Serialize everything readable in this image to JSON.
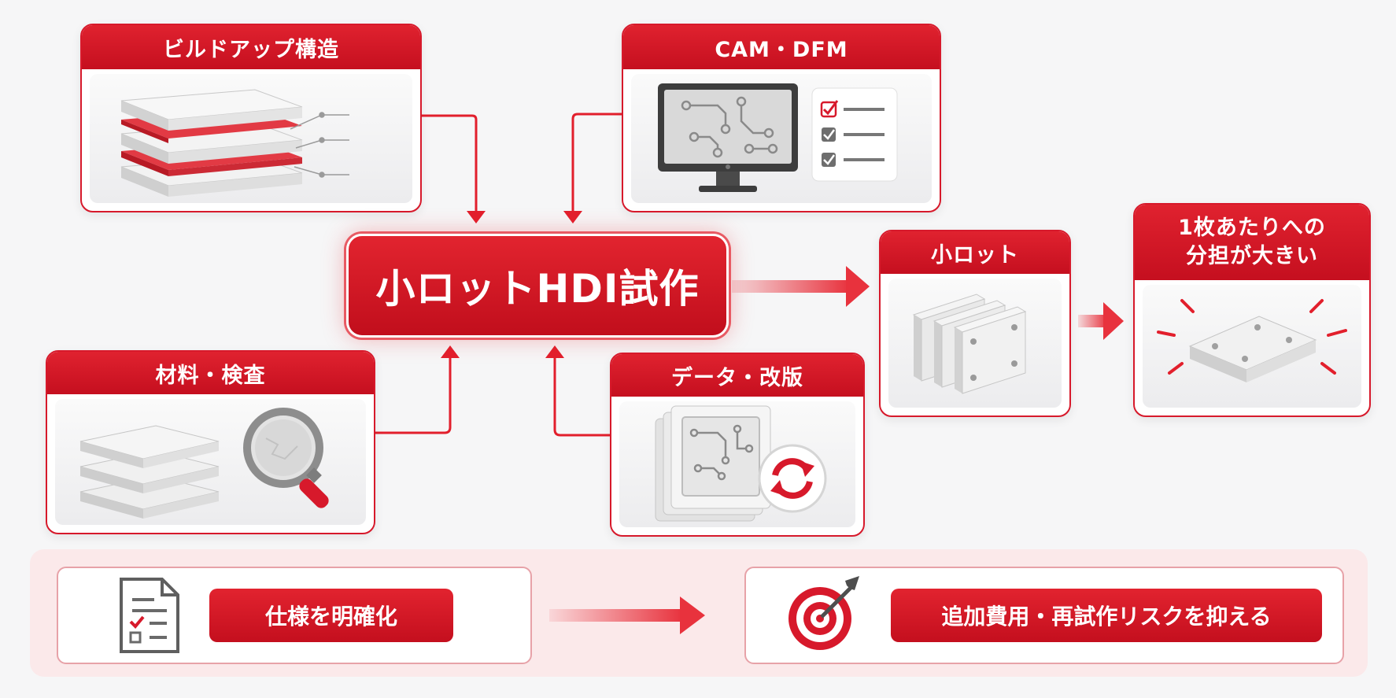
{
  "center": {
    "label": "小ロットHDI試作"
  },
  "cards": {
    "buildup": {
      "title": "ビルドアップ構造"
    },
    "cam": {
      "title": "CAM・DFM"
    },
    "material": {
      "title": "材料・検査"
    },
    "data": {
      "title": "データ・改版"
    },
    "small_lot": {
      "title": "小ロット"
    },
    "cost": {
      "title_line1": "1枚あたりへの",
      "title_line2": "分担が大きい"
    }
  },
  "bottom": {
    "left_label": "仕様を明確化",
    "right_label": "追加費用・再試作リスクを抑える"
  },
  "colors": {
    "accent": "#d7192b",
    "accent_dark": "#b8101c",
    "panel": "#fbe9ea"
  },
  "icons": [
    "layer-stack-icon",
    "monitor-circuit-icon",
    "checklist-icon",
    "material-sheets-icon",
    "magnifier-icon",
    "circuit-document-icon",
    "refresh-icon",
    "board-plates-icon",
    "board-single-icon",
    "spec-document-icon",
    "target-icon"
  ]
}
